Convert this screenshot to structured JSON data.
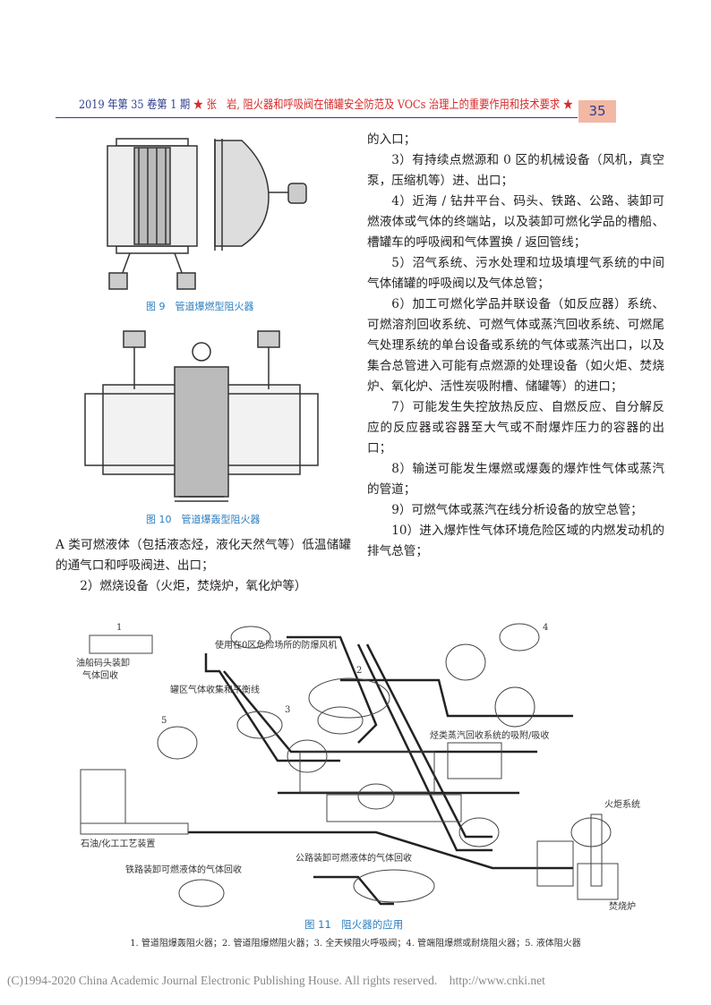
{
  "header": {
    "issue": "2019 年第 35 卷第 1 期",
    "star": "★",
    "title": "张　岩, 阻火器和呼吸阀在储罐安全防范及 VOCs 治理上的重要作用和技术要求",
    "page_number": "35"
  },
  "left_column": {
    "fig9_caption": "图 9　管道爆燃型阻火器",
    "fig10_caption": "图 10　管道爆轰型阻火器",
    "paragraphs": [
      "A 类可燃液体（包括液态烃，液化天然气等）低温储罐的通气口和呼吸阀进、出口；",
      "2）燃烧设备（火炬，焚烧炉，氧化炉等）"
    ]
  },
  "right_column": {
    "paragraphs": [
      "的入口；",
      "3）有持续点燃源和 0 区的机械设备（风机，真空泵，压缩机等）进、出口；",
      "4）近海 / 钻井平台、码头、铁路、公路、装卸可燃液体或气体的终端站，以及装卸可燃化学品的槽船、槽罐车的呼吸阀和气体置换 / 返回管线；",
      "5）沼气系统、污水处理和垃圾填埋气系统的中间气体储罐的呼吸阀以及气体总管；",
      "6）加工可燃化学品并联设备（如反应器）系统、可燃溶剂回收系统、可燃气体或蒸汽回收系统、可燃尾气处理系统的单台设备或系统的气体或蒸汽出口，以及集合总管进入可能有点燃源的处理设备（如火炬、焚烧炉、氧化炉、活性炭吸附槽、储罐等）的进口；",
      "7）可能发生失控放热反应、自燃反应、自分解反应的反应器或容器至大气或不耐爆炸压力的容器的出口；",
      "8）输送可能发生爆燃或爆轰的爆炸性气体或蒸汽的管道；",
      "9）可燃气体或蒸汽在线分析设备的放空总管；",
      "10）进入爆炸性气体环境危险区域的内燃发动机的排气总管；"
    ]
  },
  "figure11": {
    "caption": "图 11　阻火器的应用",
    "labels": {
      "dock": "油船码头装卸",
      "dock2": "气体回收",
      "fan": "使用在0区危险场所的防爆风机",
      "tank": "罐区气体收集和平衡线",
      "petro": "石油/化工工艺装置",
      "rail": "铁路装卸可燃液体的气体回收",
      "road": "公路装卸可燃液体的气体回收",
      "vapor": "烃类蒸汽回收系统的吸附/吸收",
      "flare": "火炬系统",
      "incin": "焚烧炉"
    },
    "numbers": [
      "1",
      "2",
      "3",
      "4",
      "5"
    ],
    "legend": "1. 管道阻爆轰阻火器；2. 管道阻爆燃阻火器；3. 全天候阻火呼吸阀；4. 管端阻爆燃或耐烧阻火器；5. 液体阻火器"
  },
  "footer": "(C)1994-2020 China Academic Journal Electronic Publishing House. All rights reserved.　http://www.cnki.net",
  "colors": {
    "header_blue": "#2c3e8f",
    "header_red": "#d62b2b",
    "caption_blue": "#2c7fc0",
    "page_box": "#f2b8a4"
  }
}
